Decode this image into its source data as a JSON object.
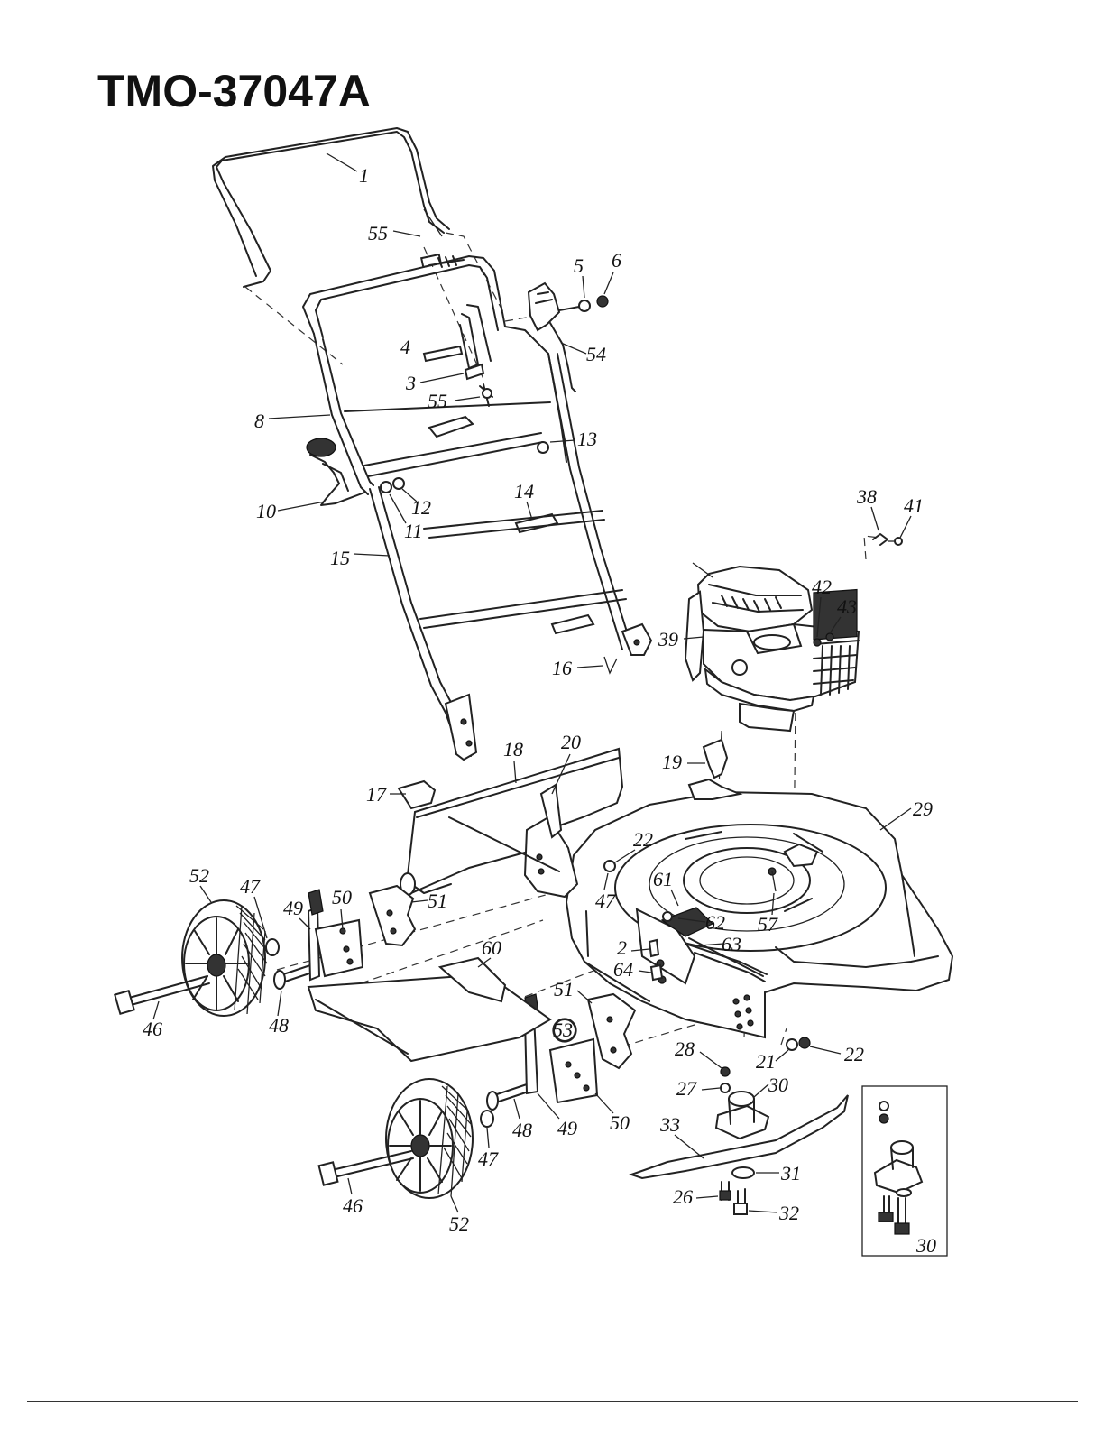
{
  "title": "TMO-37047A",
  "callouts": [
    {
      "id": "1",
      "label": "1"
    },
    {
      "id": "55a",
      "label": "55"
    },
    {
      "id": "5",
      "label": "5"
    },
    {
      "id": "6",
      "label": "6"
    },
    {
      "id": "4",
      "label": "4"
    },
    {
      "id": "54",
      "label": "54"
    },
    {
      "id": "3",
      "label": "3"
    },
    {
      "id": "55b",
      "label": "55"
    },
    {
      "id": "8",
      "label": "8"
    },
    {
      "id": "13",
      "label": "13"
    },
    {
      "id": "12",
      "label": "12"
    },
    {
      "id": "11",
      "label": "11"
    },
    {
      "id": "10",
      "label": "10"
    },
    {
      "id": "14",
      "label": "14"
    },
    {
      "id": "15",
      "label": "15"
    },
    {
      "id": "38",
      "label": "38"
    },
    {
      "id": "41",
      "label": "41"
    },
    {
      "id": "42",
      "label": "42"
    },
    {
      "id": "43",
      "label": "43"
    },
    {
      "id": "39",
      "label": "39"
    },
    {
      "id": "16",
      "label": "16"
    },
    {
      "id": "20",
      "label": "20"
    },
    {
      "id": "18",
      "label": "18"
    },
    {
      "id": "19",
      "label": "19"
    },
    {
      "id": "17",
      "label": "17"
    },
    {
      "id": "29",
      "label": "29"
    },
    {
      "id": "22a",
      "label": "22"
    },
    {
      "id": "52a",
      "label": "52"
    },
    {
      "id": "47a",
      "label": "47"
    },
    {
      "id": "49a",
      "label": "49"
    },
    {
      "id": "50a",
      "label": "50"
    },
    {
      "id": "51a",
      "label": "51"
    },
    {
      "id": "61",
      "label": "61"
    },
    {
      "id": "47b",
      "label": "47"
    },
    {
      "id": "57",
      "label": "57"
    },
    {
      "id": "62",
      "label": "62"
    },
    {
      "id": "60",
      "label": "60"
    },
    {
      "id": "2",
      "label": "2"
    },
    {
      "id": "63",
      "label": "63"
    },
    {
      "id": "64",
      "label": "64"
    },
    {
      "id": "46a",
      "label": "46"
    },
    {
      "id": "48a",
      "label": "48"
    },
    {
      "id": "51b",
      "label": "51"
    },
    {
      "id": "53",
      "label": "53"
    },
    {
      "id": "28",
      "label": "28"
    },
    {
      "id": "21",
      "label": "21"
    },
    {
      "id": "22b",
      "label": "22"
    },
    {
      "id": "27",
      "label": "27"
    },
    {
      "id": "30a",
      "label": "30"
    },
    {
      "id": "48b",
      "label": "48"
    },
    {
      "id": "49b",
      "label": "49"
    },
    {
      "id": "50b",
      "label": "50"
    },
    {
      "id": "33",
      "label": "33"
    },
    {
      "id": "47c",
      "label": "47"
    },
    {
      "id": "31",
      "label": "31"
    },
    {
      "id": "26",
      "label": "26"
    },
    {
      "id": "32",
      "label": "32"
    },
    {
      "id": "46b",
      "label": "46"
    },
    {
      "id": "52b",
      "label": "52"
    },
    {
      "id": "30b",
      "label": "30"
    }
  ]
}
